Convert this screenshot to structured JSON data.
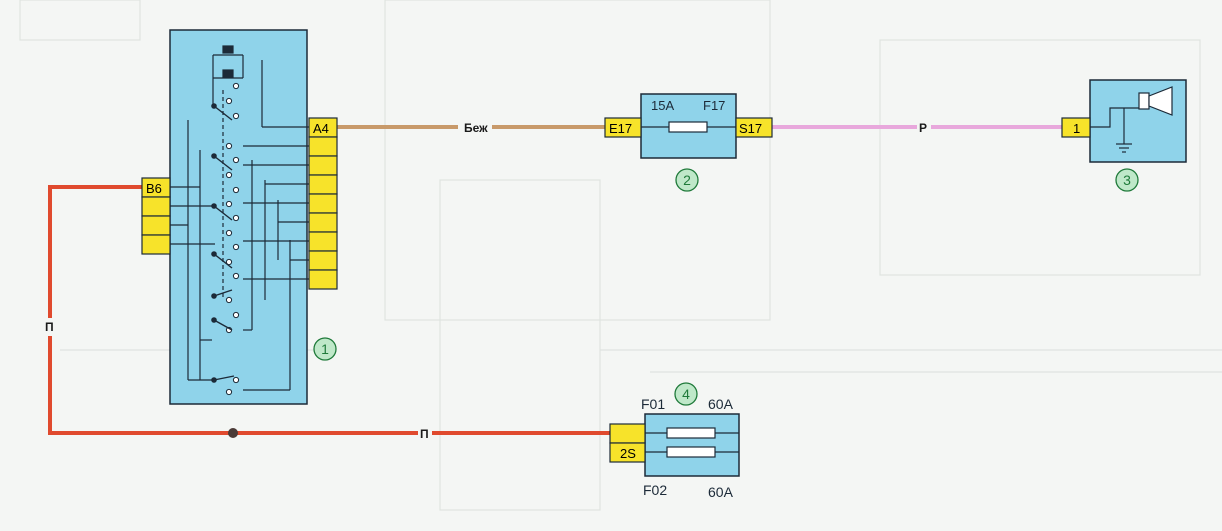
{
  "colors": {
    "block_fill": "#8fd3ea",
    "block_stroke": "#1c2a38",
    "connector_fill": "#f7e32a",
    "wire_beige": "#c89a6a",
    "wire_red": "#e04a2e",
    "wire_pink": "#e8a8dc",
    "marker_fill": "#bfe8c9",
    "marker_stroke": "#1f7a3a",
    "background": "#f4f6f4"
  },
  "components": {
    "switch_unit": {
      "marker": "1",
      "pin_out": "A4",
      "pin_in": "B6"
    },
    "fuse_15": {
      "marker": "2",
      "rating": "15A",
      "label": "F17",
      "pin_in": "E17",
      "pin_out": "S17"
    },
    "horn": {
      "marker": "3",
      "pin": "1",
      "icon": "horn-icon",
      "ground_icon": "ground-icon"
    },
    "fuse_block": {
      "marker": "4",
      "fuse1_label": "F01",
      "fuse1_rating": "60A",
      "fuse2_label": "F02",
      "fuse2_rating": "60A",
      "pin": "2S"
    }
  },
  "wires": {
    "beige": "Беж",
    "pink": "P",
    "red_left": "П",
    "red_bottom": "П"
  }
}
